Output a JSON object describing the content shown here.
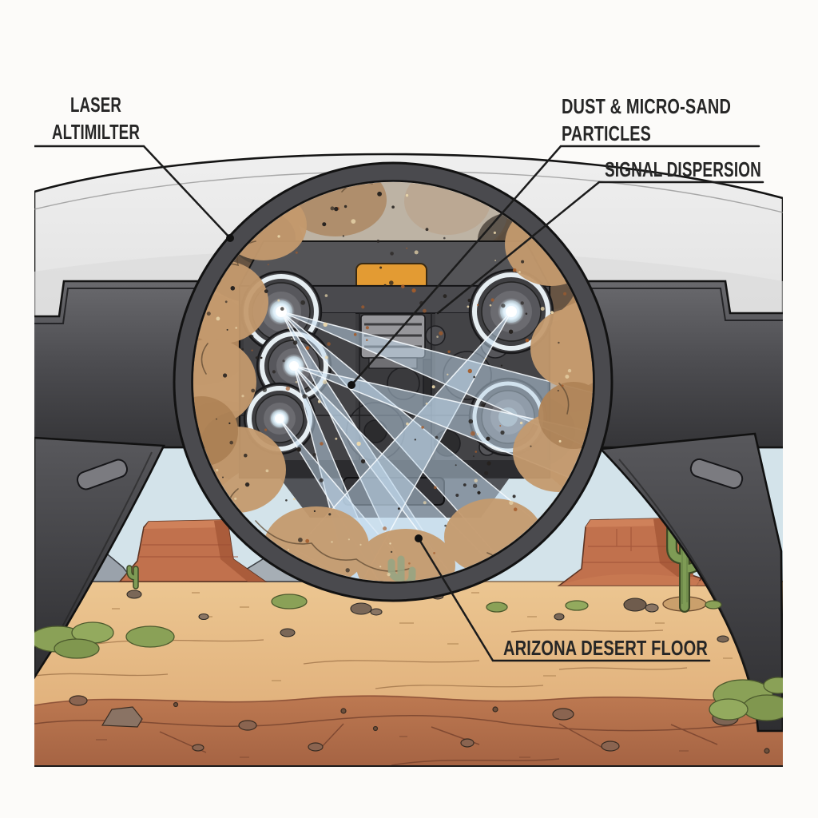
{
  "labels": {
    "laser": {
      "line1": "LASER",
      "line2": "ALTIMILTER"
    },
    "dust": {
      "line1": "DUST & MICRO-SAND",
      "line2": "PARTICLES"
    },
    "signal": {
      "label": "SIGNAL DISPERSION"
    },
    "floor": {
      "label": "ARIZONA DESERT FLOOR"
    }
  },
  "colors": {
    "paper": "#fcfbf9",
    "drone_shell_light": "#e9e9e9",
    "drone_panel_dark": "#4c4c50",
    "magnifier_ring": "#4a4a4e",
    "dust_tan": "#c49a6e",
    "dust_dark": "#55483c",
    "beam_blue": "#cfe2f0",
    "orange_tab": "#e39b33",
    "sky_blue": "#d3e3ea",
    "sand_light": "#e7bc86",
    "sand_dark": "#b5714b",
    "mesa_red": "#c1714d",
    "cactus_green": "#7e9b55",
    "line_ink": "#1c1c1c"
  }
}
